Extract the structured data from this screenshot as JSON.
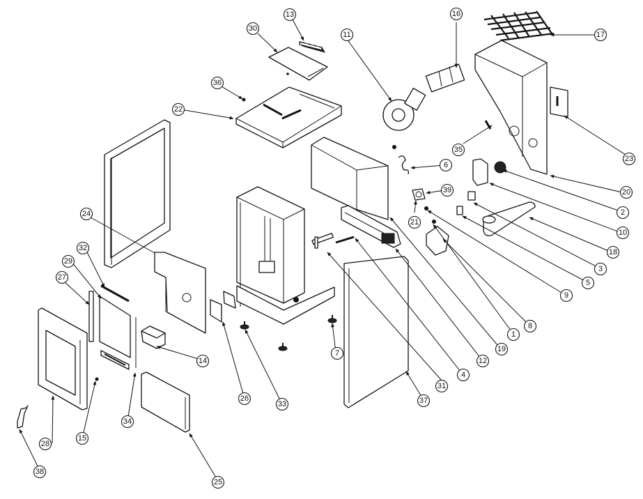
{
  "diagram": {
    "type": "exploded-parts-diagram",
    "subject": "pellet stove assembly",
    "callouts": [
      "1",
      "2",
      "3",
      "4",
      "5",
      "6",
      "7",
      "8",
      "9",
      "10",
      "11",
      "12",
      "13",
      "14",
      "15",
      "16",
      "17",
      "18",
      "19",
      "20",
      "21",
      "22",
      "23",
      "24",
      "25",
      "26",
      "27",
      "28",
      "29",
      "30",
      "31",
      "32",
      "33",
      "34",
      "35",
      "36",
      "37",
      "38",
      "39"
    ]
  }
}
